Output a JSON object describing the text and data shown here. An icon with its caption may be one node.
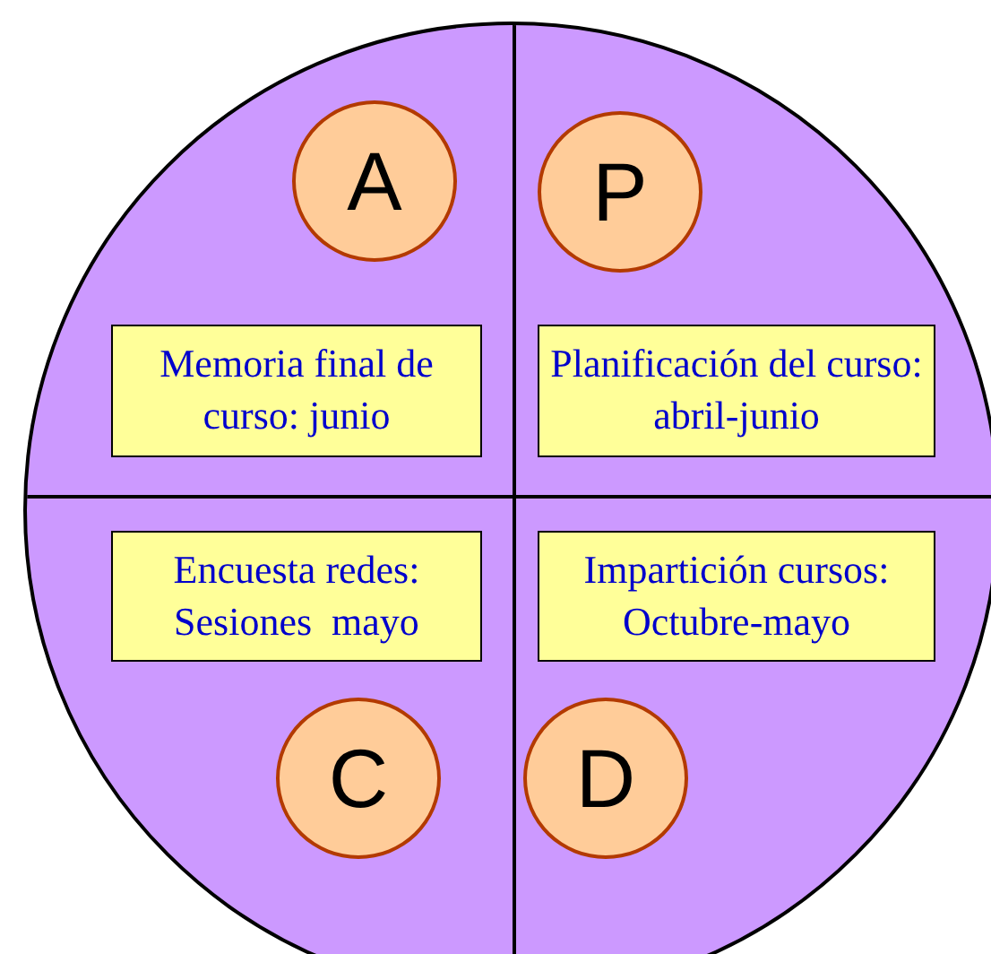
{
  "diagram": {
    "nodes": [
      {
        "text": [],
        "shape": "circle"
      },
      {
        "text": [
          "A"
        ],
        "in": 0
      },
      {
        "text": [
          "P"
        ],
        "in": 0
      },
      {
        "text": [
          "Memoria final de curso: junio"
        ],
        "in": 0
      },
      {
        "text": [
          "Planificación del curso: abril-junio"
        ],
        "in": 0
      },
      {
        "text": [
          "Encuesta redes: Sesiones  mayo"
        ],
        "in": 0
      },
      {
        "text": [
          "Impartición cursos: Octubre-mayo"
        ],
        "in": 0
      },
      {
        "text": [
          "C"
        ],
        "in": 0
      },
      {
        "text": [
          "D"
        ],
        "in": 0
      }
    ]
  }
}
